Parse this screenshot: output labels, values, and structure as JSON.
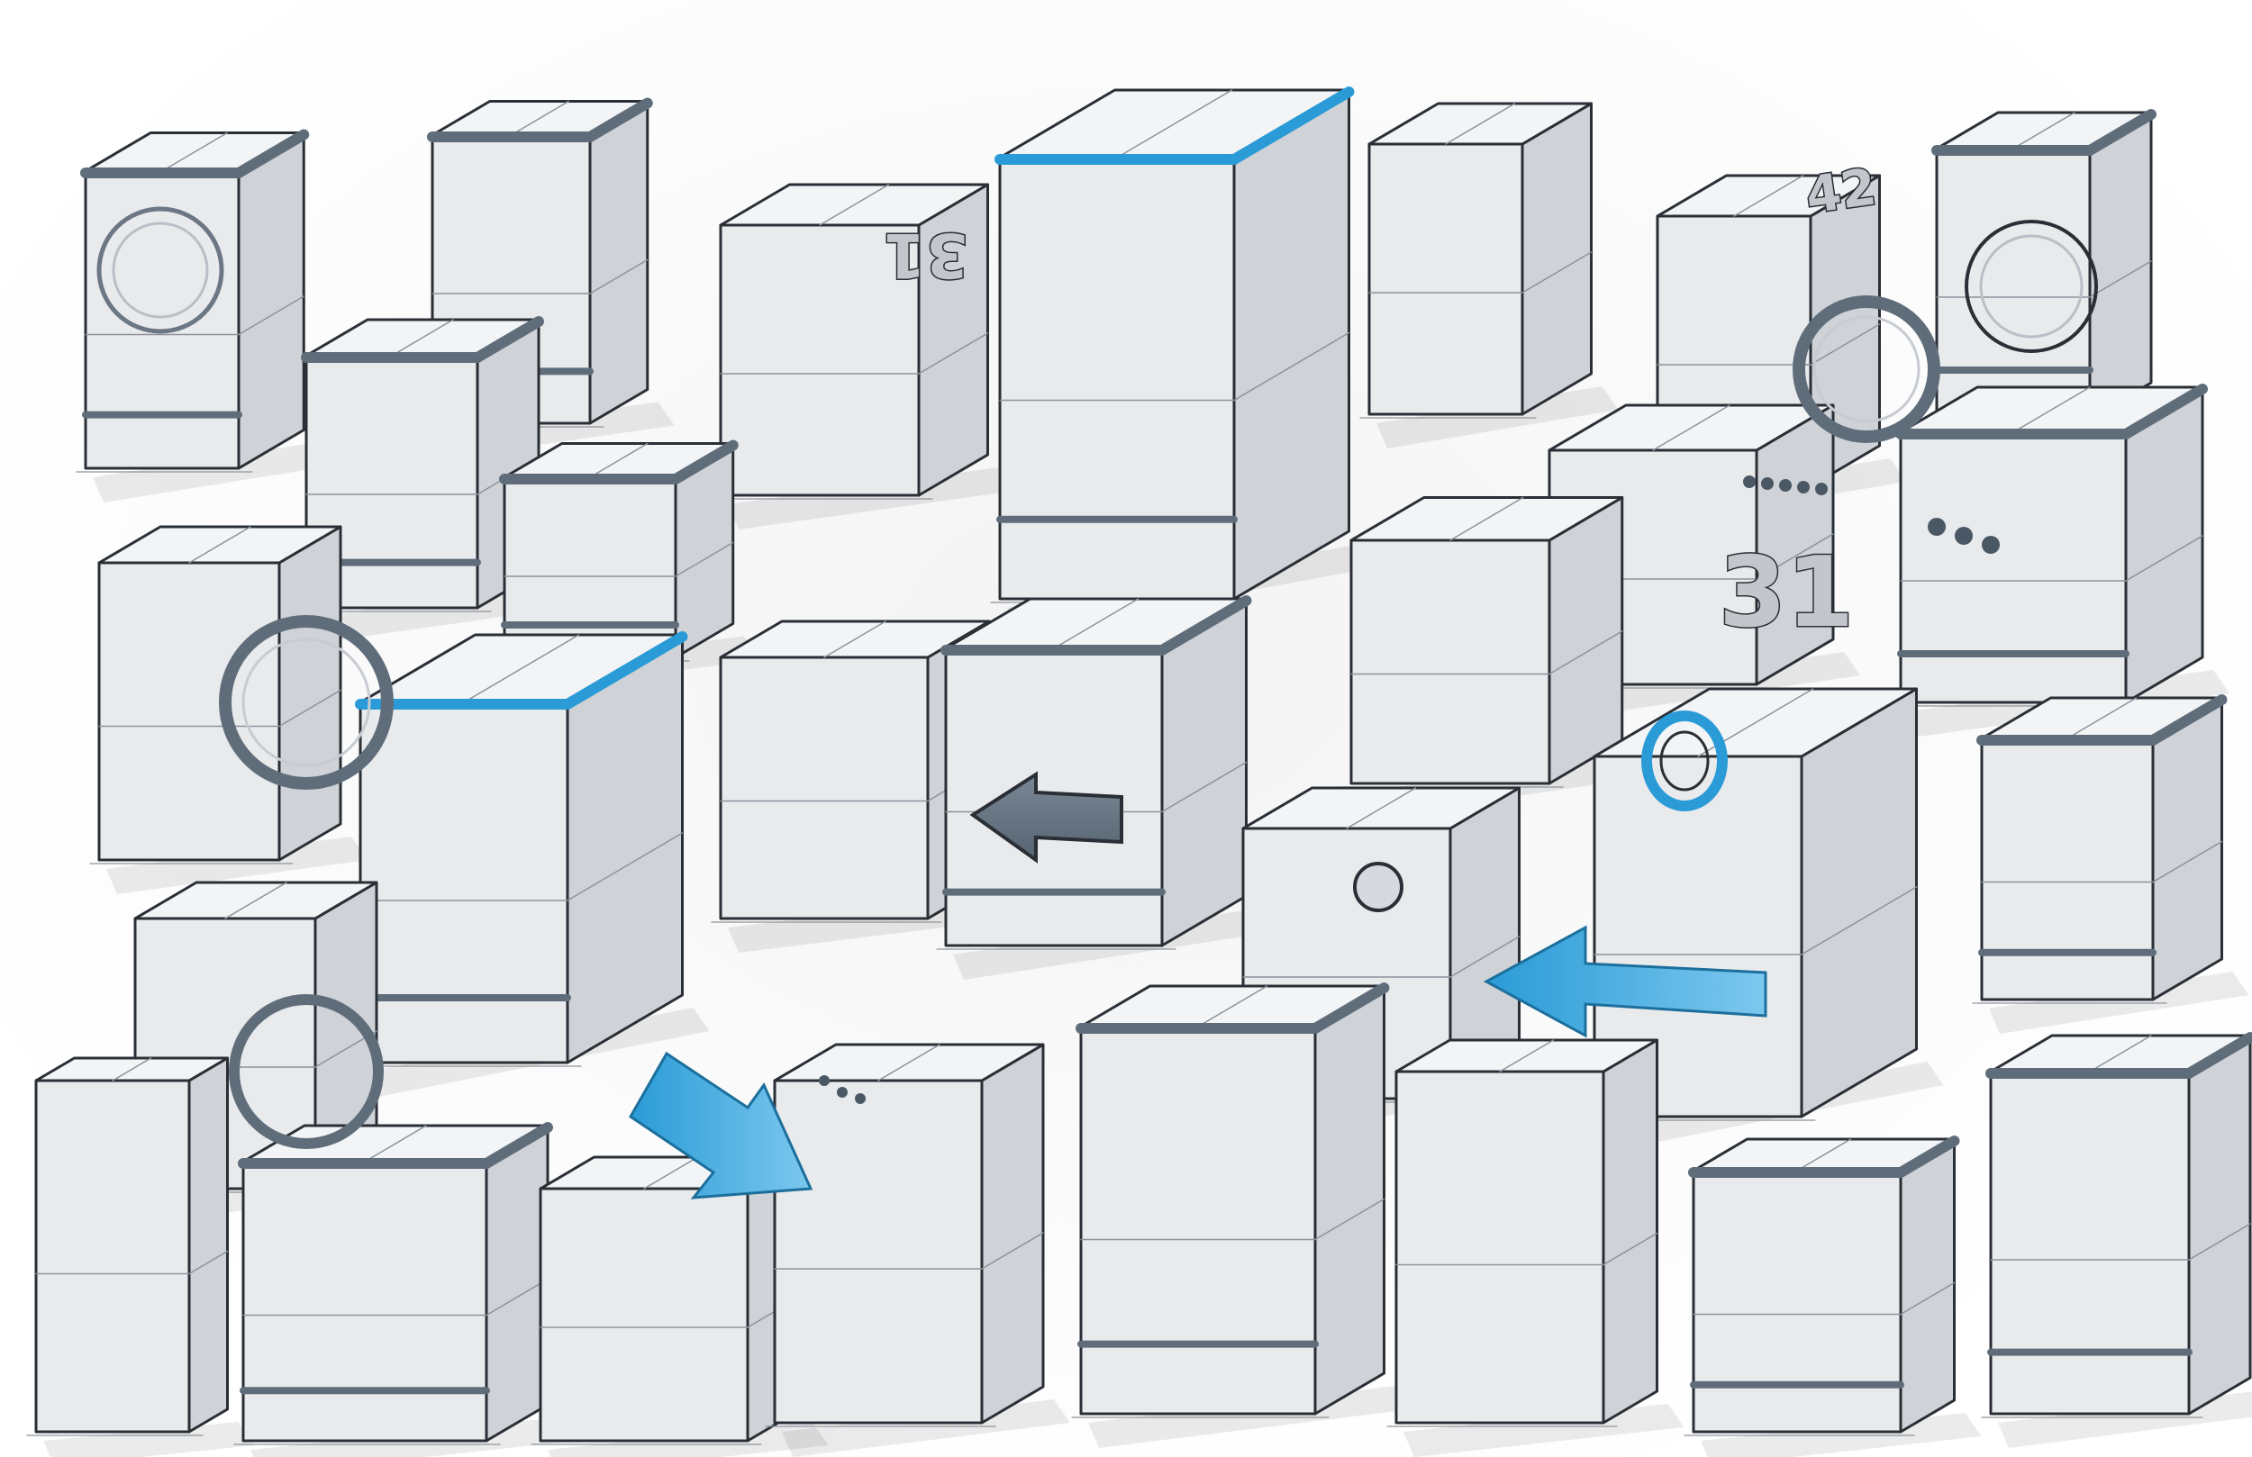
{
  "illustration": {
    "labels": {
      "top_label_31": "31",
      "top_label_42": "42",
      "front_label_31": "31"
    },
    "colors": {
      "paper": "#ffffff",
      "body_light": "#e9eaec",
      "body_shade": "#cfd2d6",
      "top_face": "#f3f4f5",
      "trim_slate": "#5f6d7b",
      "accent_blue": "#2a9bd6",
      "ink": "#2a2f36"
    },
    "icons": [
      "arrow-left",
      "arrow-down-right",
      "arrow-left-blue",
      "door-ring",
      "dial-ring"
    ]
  }
}
